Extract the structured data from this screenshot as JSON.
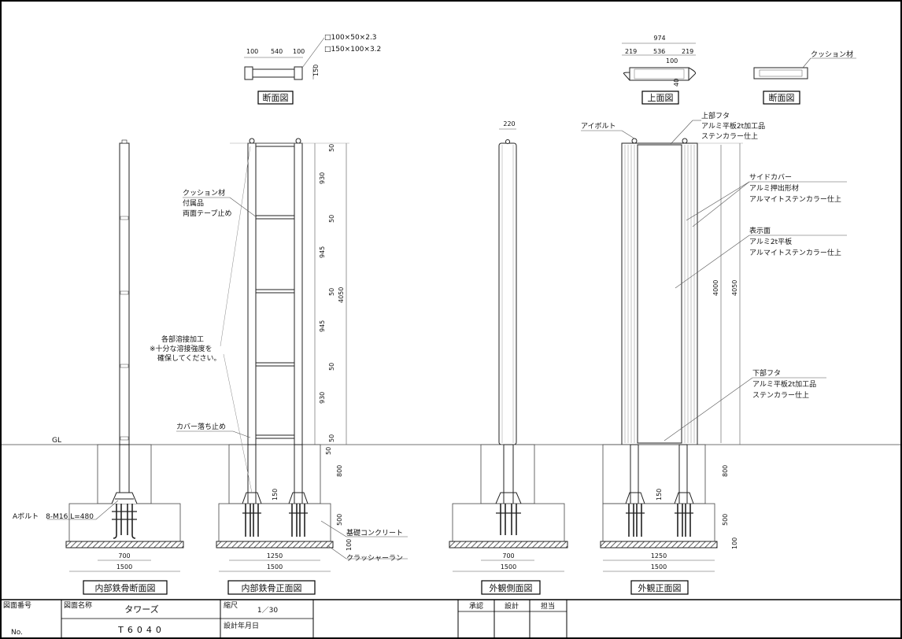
{
  "top_views": {
    "section1": {
      "dims": [
        "100",
        "540",
        "100",
        "150"
      ],
      "specs": [
        "□100×50×2.3",
        "□150×100×3.2"
      ],
      "label": "断面図"
    },
    "top": {
      "dims": [
        "974",
        "219",
        "536",
        "219",
        "100",
        "40"
      ],
      "label": "上面図"
    },
    "section2": {
      "note": "クッション材",
      "label": "断面図"
    }
  },
  "gl_label": "GL",
  "view1": {
    "title": "内部鉄骨断面図",
    "bolt_note": "Aボルト　8-M16 L=480",
    "dims": [
      "700",
      "1500"
    ]
  },
  "view2": {
    "title": "内部鉄骨正面図",
    "notes": [
      "クッション材",
      "付属品",
      "両面テープ止め",
      "各部溶接加工",
      "※十分な溶接強度を",
      "確保してください。",
      "カバー落ち止め",
      "基礎コンクリート",
      "クラッシャーラン"
    ],
    "vdims": [
      "50",
      "930",
      "50",
      "945",
      "50",
      "945",
      "50",
      "930",
      "50",
      "4050",
      "50",
      "800",
      "500",
      "100",
      "150"
    ],
    "dims": [
      "1250",
      "1500"
    ]
  },
  "view3": {
    "title": "外観側面図",
    "top_dim": "220",
    "dims": [
      "700",
      "1500"
    ]
  },
  "view4": {
    "title": "外観正面図",
    "notes": [
      "アイボルト",
      "上部フタ",
      "アルミ平板2t加工品",
      "ステンカラー仕上",
      "サイドカバー",
      "アルミ押出形材",
      "アルマイトステンカラー仕上",
      "表示面",
      "アルミ2t平板",
      "アルマイトステンカラー仕上",
      "下部フタ",
      "アルミ平板2t加工品",
      "ステンカラー仕上"
    ],
    "vdims": [
      "4000",
      "4050",
      "800",
      "500",
      "100",
      "150"
    ],
    "dims": [
      "1250",
      "1500"
    ]
  },
  "title_block": {
    "drawing_no_label": "図面番号",
    "no_label": "No.",
    "drawing_name_label": "図面名称",
    "drawing_name": "タワーズ",
    "code": "T6040",
    "scale_label": "縮尺",
    "scale": "1／30",
    "date_label": "設計年月日",
    "approval": "承認",
    "design": "設計",
    "charge": "担当"
  }
}
